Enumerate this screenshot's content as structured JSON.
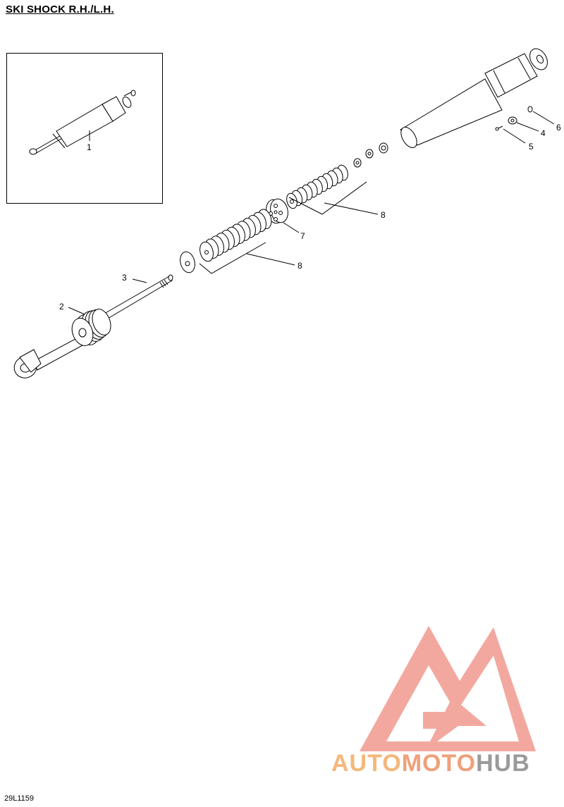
{
  "title": "SKI SHOCK R.H./L.H.",
  "figure_code": "29L1159",
  "callouts": {
    "c1": "1",
    "c2": "2",
    "c3": "3",
    "c4": "4",
    "c5": "5",
    "c6": "6",
    "c7": "7",
    "c8a": "8",
    "c8b": "8"
  },
  "watermark": {
    "part1": "AUTO",
    "part2": "MOTO",
    "part3": "HUB",
    "colors": {
      "auto": "#f5b77a",
      "moto": "#f0a07a",
      "hub": "#9a9a9a",
      "logo": "#f08c80"
    }
  }
}
